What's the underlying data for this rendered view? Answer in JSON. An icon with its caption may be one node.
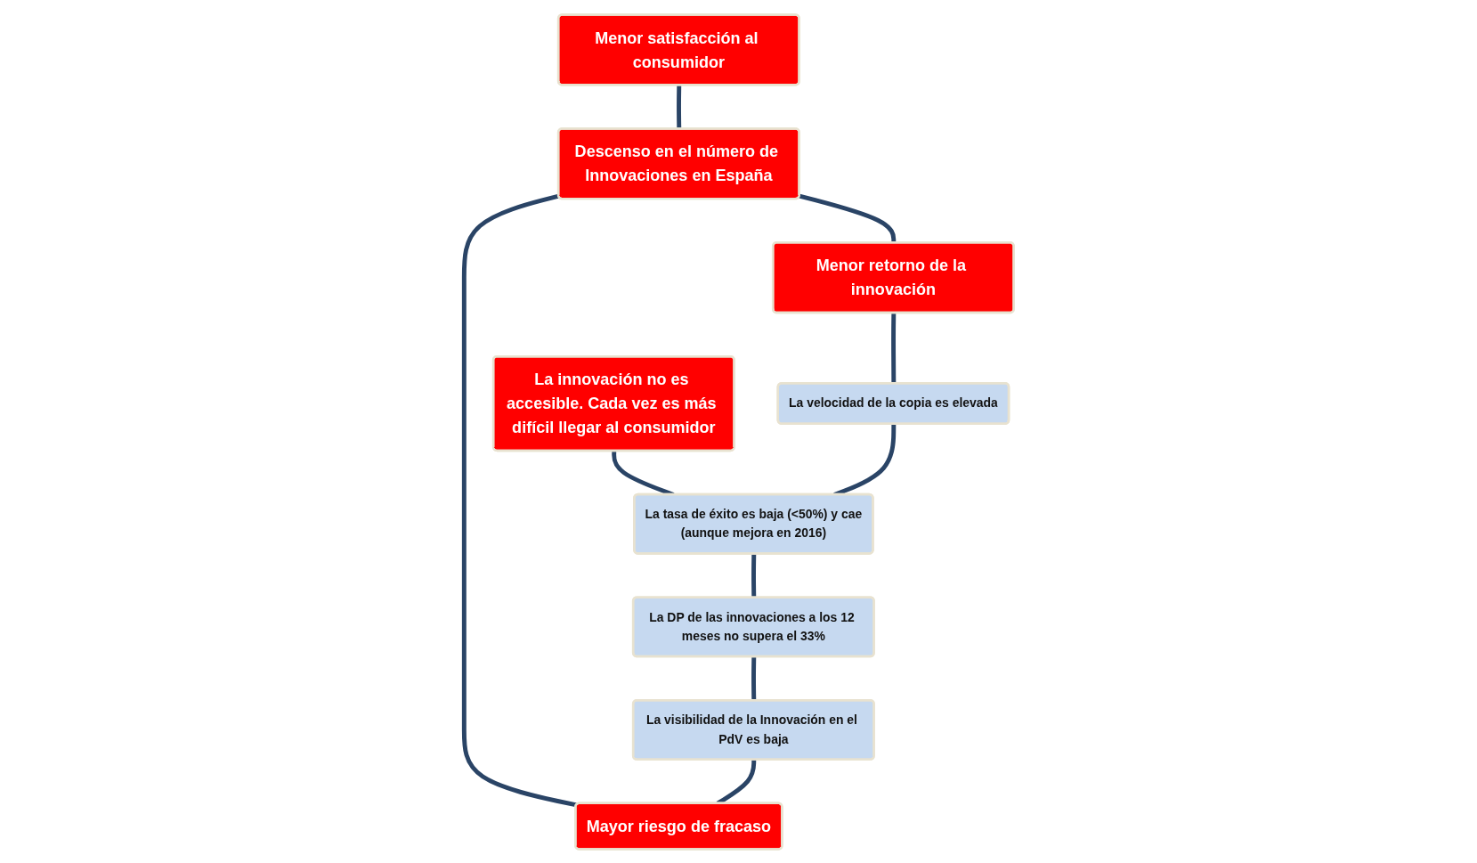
{
  "diagram": {
    "nodes": [
      {
        "text": [
          "Menor satisfacción al consumidor"
        ]
      },
      {
        "text": [
          "La innovación no es accesible. Cada vez es más difícil llegar al consumidor"
        ]
      },
      {
        "text": [
          "Descenso en el número de Innovaciones en España"
        ]
      },
      {
        "text": [
          "La tasa de éxito es baja (<50%) y cae",
          "(aunque mejora en 2016)"
        ]
      },
      {
        "text": [
          "Menor retorno de la innovación"
        ]
      },
      {
        "text": [
          "La velocidad de la copia es elevada"
        ]
      },
      {
        "text": [
          "Mayor riesgo de fracaso"
        ]
      },
      {
        "text": [
          "La DP de las innovaciones a los 12 meses no supera el 33%"
        ]
      },
      {
        "text": [
          "La visibilidad de la Innovación en el PdV es baja"
        ]
      }
    ],
    "edges": [
      {
        "from": 0,
        "to": 2,
        "arrow": "none"
      },
      {
        "from": 1,
        "to": 3,
        "arrow": "none"
      },
      {
        "from": 2,
        "to": 4,
        "arrow": "none"
      },
      {
        "from": 2,
        "to": 6,
        "arrow": "none"
      },
      {
        "from": 4,
        "to": 5,
        "arrow": "none"
      },
      {
        "from": 5,
        "to": 3,
        "arrow": "none"
      },
      {
        "from": 3,
        "to": 7,
        "arrow": "none"
      },
      {
        "from": 7,
        "to": 8,
        "arrow": "none"
      },
      {
        "from": 8,
        "to": 6,
        "arrow": "none"
      }
    ]
  }
}
